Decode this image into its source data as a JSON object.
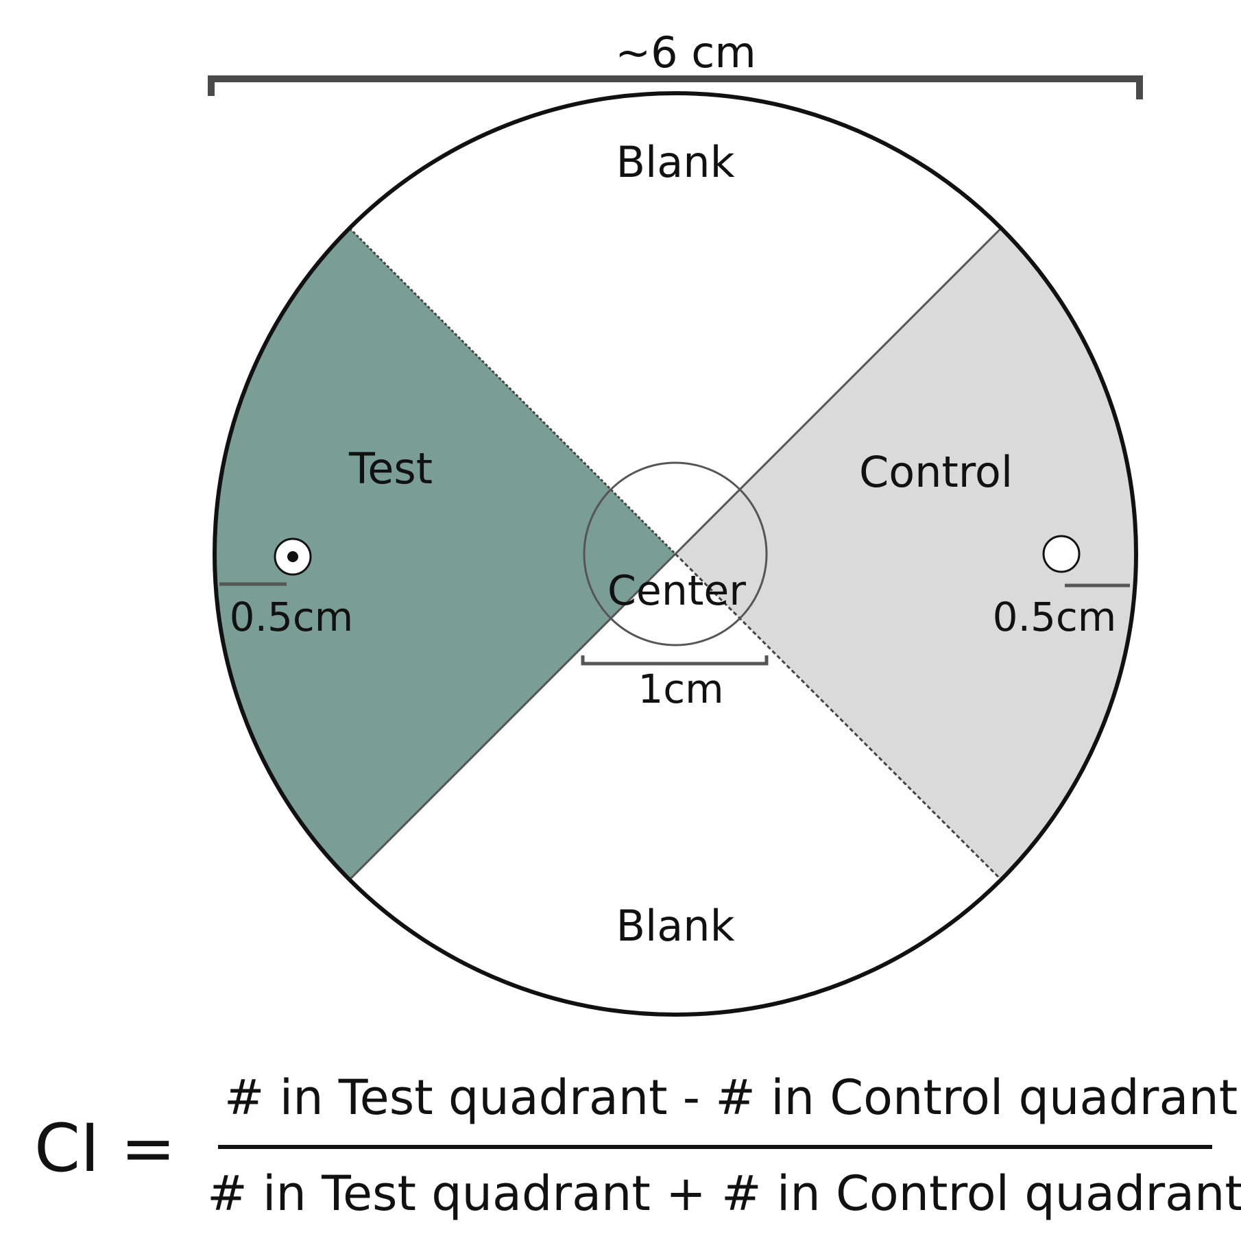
{
  "width_label": "~6 cm",
  "quadrants": {
    "top": "Blank",
    "bottom": "Blank",
    "left": "Test",
    "right": "Control",
    "center": "Center"
  },
  "spot_offset_left": "0.5cm",
  "spot_offset_right": "0.5cm",
  "center_diameter_label": "1cm",
  "formula": {
    "lhs": "CI =",
    "numerator": "# in Test quadrant - # in Control quadrant",
    "denominator": "# in Test quadrant + # in Control quadrant"
  },
  "colors": {
    "test_fill": "#7a9e95",
    "control_fill": "#dadadb",
    "outline": "#111111",
    "divider": "#555555",
    "scale_bar": "#4a4a4a"
  }
}
